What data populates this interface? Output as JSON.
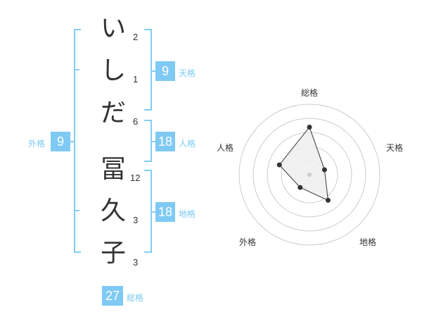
{
  "name": {
    "chars": [
      {
        "char": "い",
        "strokes": "2"
      },
      {
        "char": "し",
        "strokes": "1"
      },
      {
        "char": "だ",
        "strokes": "6"
      },
      {
        "char": "冨",
        "strokes": "12"
      },
      {
        "char": "久",
        "strokes": "3"
      },
      {
        "char": "子",
        "strokes": "3"
      }
    ]
  },
  "kakaku": {
    "tenkaku": {
      "value": "9",
      "label": "天格"
    },
    "jinkaku": {
      "value": "18",
      "label": "人格"
    },
    "chikaku": {
      "value": "18",
      "label": "地格"
    },
    "gaikaku": {
      "value": "9",
      "label": "外格"
    },
    "soukaku": {
      "value": "27",
      "label": "総格"
    }
  },
  "chart_data": {
    "type": "radar",
    "axes": [
      "総格",
      "天格",
      "地格",
      "外格",
      "人格"
    ],
    "values": [
      27,
      9,
      18,
      9,
      18
    ],
    "grid": "concentric circles",
    "colors": {
      "fill": "#f0f0f0",
      "line": "#333333",
      "grid": "#cccccc",
      "accent": "#7fcaf4"
    }
  }
}
